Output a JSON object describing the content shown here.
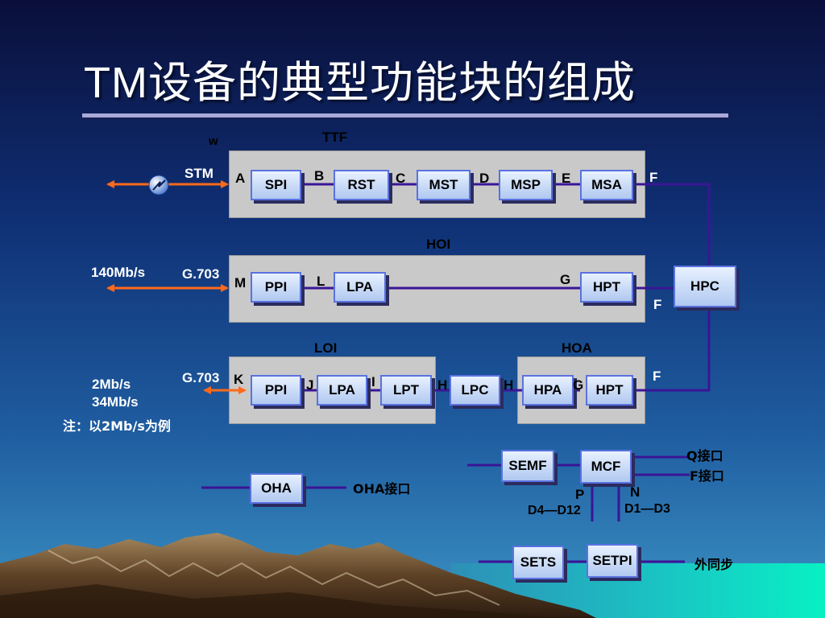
{
  "title": {
    "prefix": "TM",
    "rest": "设备的典型功能块的组成"
  },
  "labels": {
    "w": "w",
    "ttf": "TTF",
    "stm": "STM",
    "a": "A",
    "b": "B",
    "c": "C",
    "d": "D",
    "e": "E",
    "f1": "F",
    "hoi": "HOI",
    "rate140": "140Mb/s",
    "g703_1": "G.703",
    "m": "M",
    "l": "L",
    "g1": "G",
    "f2": "F",
    "loi": "LOI",
    "hoa": "HOA",
    "f3": "F",
    "g703_2": "G.703",
    "k": "K",
    "j": "J",
    "i": "I",
    "h1": "H",
    "h2": "H",
    "g2": "G",
    "rate2": "2Mb/s",
    "rate34": "34Mb/s",
    "note": "注：以2Mb/s为例",
    "q_if": "Q接口",
    "f_if": "F接口",
    "p": "P",
    "n": "N",
    "d4d12": "D4—D12",
    "d1d3": "D1—D3",
    "oha_if": "OHA接口",
    "ext_sync": "外同步"
  },
  "blocks": {
    "spi": "SPI",
    "rst": "RST",
    "mst": "MST",
    "msp": "MSP",
    "msa": "MSA",
    "ppi1": "PPI",
    "lpa1": "LPA",
    "hpt1": "HPT",
    "hpc": "HPC",
    "ppi2": "PPI",
    "lpa2": "LPA",
    "lpt": "LPT",
    "lpc": "LPC",
    "hpa": "HPA",
    "hpt2": "HPT",
    "semf": "SEMF",
    "mcf": "MCF",
    "oha": "OHA",
    "sets": "SETS",
    "setpi": "SETPI"
  },
  "colors": {
    "line": "#3a1596",
    "arrow": "#ff6a1a",
    "sky_top": "#0d1440",
    "sky_bottom": "#2d7bbb",
    "sea": "#12e0c8",
    "mountain": "#6b4a2c"
  }
}
